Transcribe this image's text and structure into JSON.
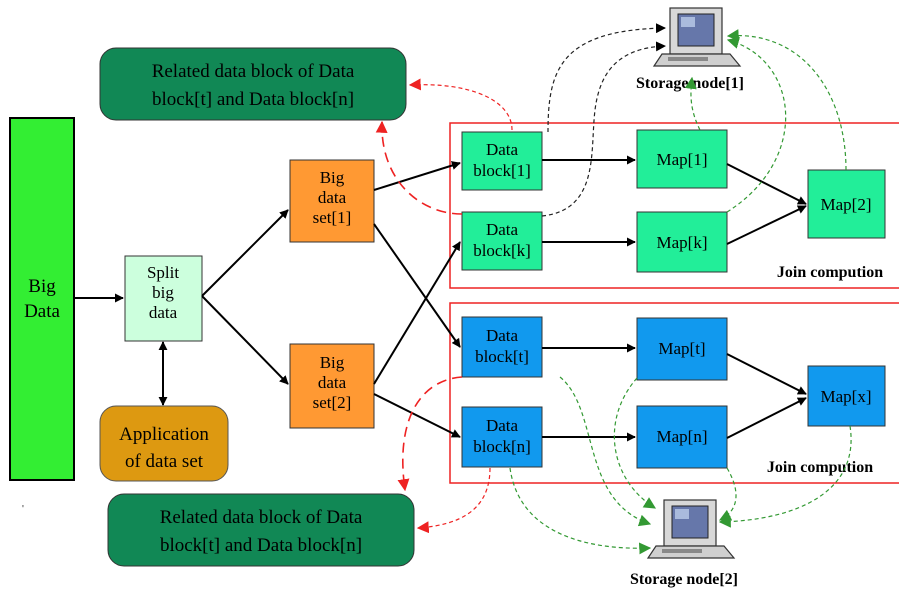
{
  "diagram": {
    "big_data": [
      "Big",
      "Data"
    ],
    "split": [
      "Split",
      "big",
      "data"
    ],
    "application": [
      "Application",
      "of data set"
    ],
    "big_data_set_1": [
      "Big",
      "data",
      "set[1]"
    ],
    "big_data_set_2": [
      "Big",
      "data",
      "set[2]"
    ],
    "related_top": [
      "Related data block of Data",
      "block[t] and Data block[n]"
    ],
    "related_bottom": [
      "Related data block of Data",
      "block[t] and Data block[n]"
    ],
    "group1": {
      "block_1": [
        "Data",
        "block[1]"
      ],
      "block_k": [
        "Data",
        "block[k]"
      ],
      "map_1": "Map[1]",
      "map_k": "Map[k]",
      "map_2": "Map[2]",
      "caption": "Join compution"
    },
    "group2": {
      "block_t": [
        "Data",
        "block[t]"
      ],
      "block_n": [
        "Data",
        "block[n]"
      ],
      "map_t": "Map[t]",
      "map_n": "Map[n]",
      "map_x": "Map[x]",
      "caption": "Join compution"
    },
    "storage_1": "Storage node[1]",
    "storage_2": "Storage node[2]",
    "stray_mark": "'",
    "colors": {
      "big_data": "#33ee33",
      "split": "#ccffdd",
      "application": "#dd9911",
      "big_data_set": "#ff9933",
      "related": "#118855",
      "group1_block": "#22ee99",
      "group2_block": "#1199ee",
      "frame": "#ee2222",
      "arrow_red": "#ee2222",
      "arrow_green": "#339933"
    }
  }
}
